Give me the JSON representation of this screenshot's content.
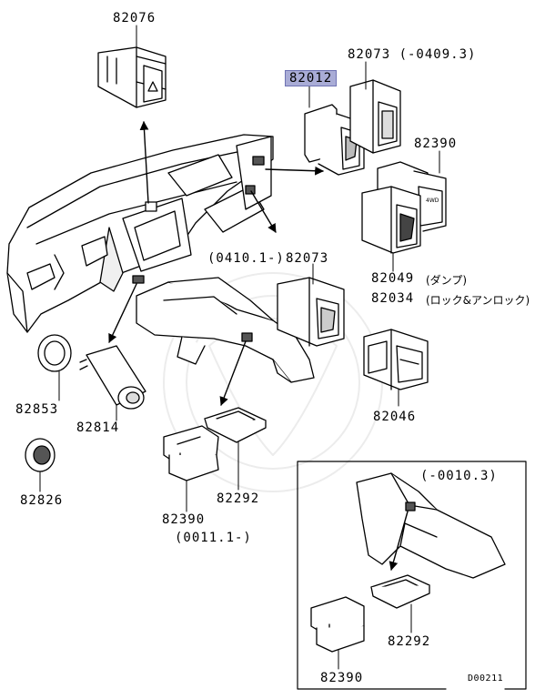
{
  "labels": {
    "p82076": "82076",
    "p82073_top": "82073 (-0409.3)",
    "p82012": "82012",
    "p82390_right": "82390",
    "p82073_mid_date": "(0410.1-)",
    "p82073_mid": "82073",
    "p82049": "82049",
    "p82049_note": "(ダンプ)",
    "p82034": "82034",
    "p82034_note": "(ロック&アンロック)",
    "p82046": "82046",
    "p82853": "82853",
    "p82814": "82814",
    "p82826": "82826",
    "p82292_main": "82292",
    "p82390_main": "82390",
    "p82390_main_date": "(0011.1-)",
    "inset_date": "(-0010.3)",
    "inset_82292": "82292",
    "inset_82390": "82390",
    "diagram_code": "D00211"
  },
  "colors": {
    "line": "#000000",
    "highlight_fill": "#a9acd6",
    "highlight_border": "#6f73b3",
    "shade": "#d9d9d9",
    "dark": "#5a5a5a"
  }
}
